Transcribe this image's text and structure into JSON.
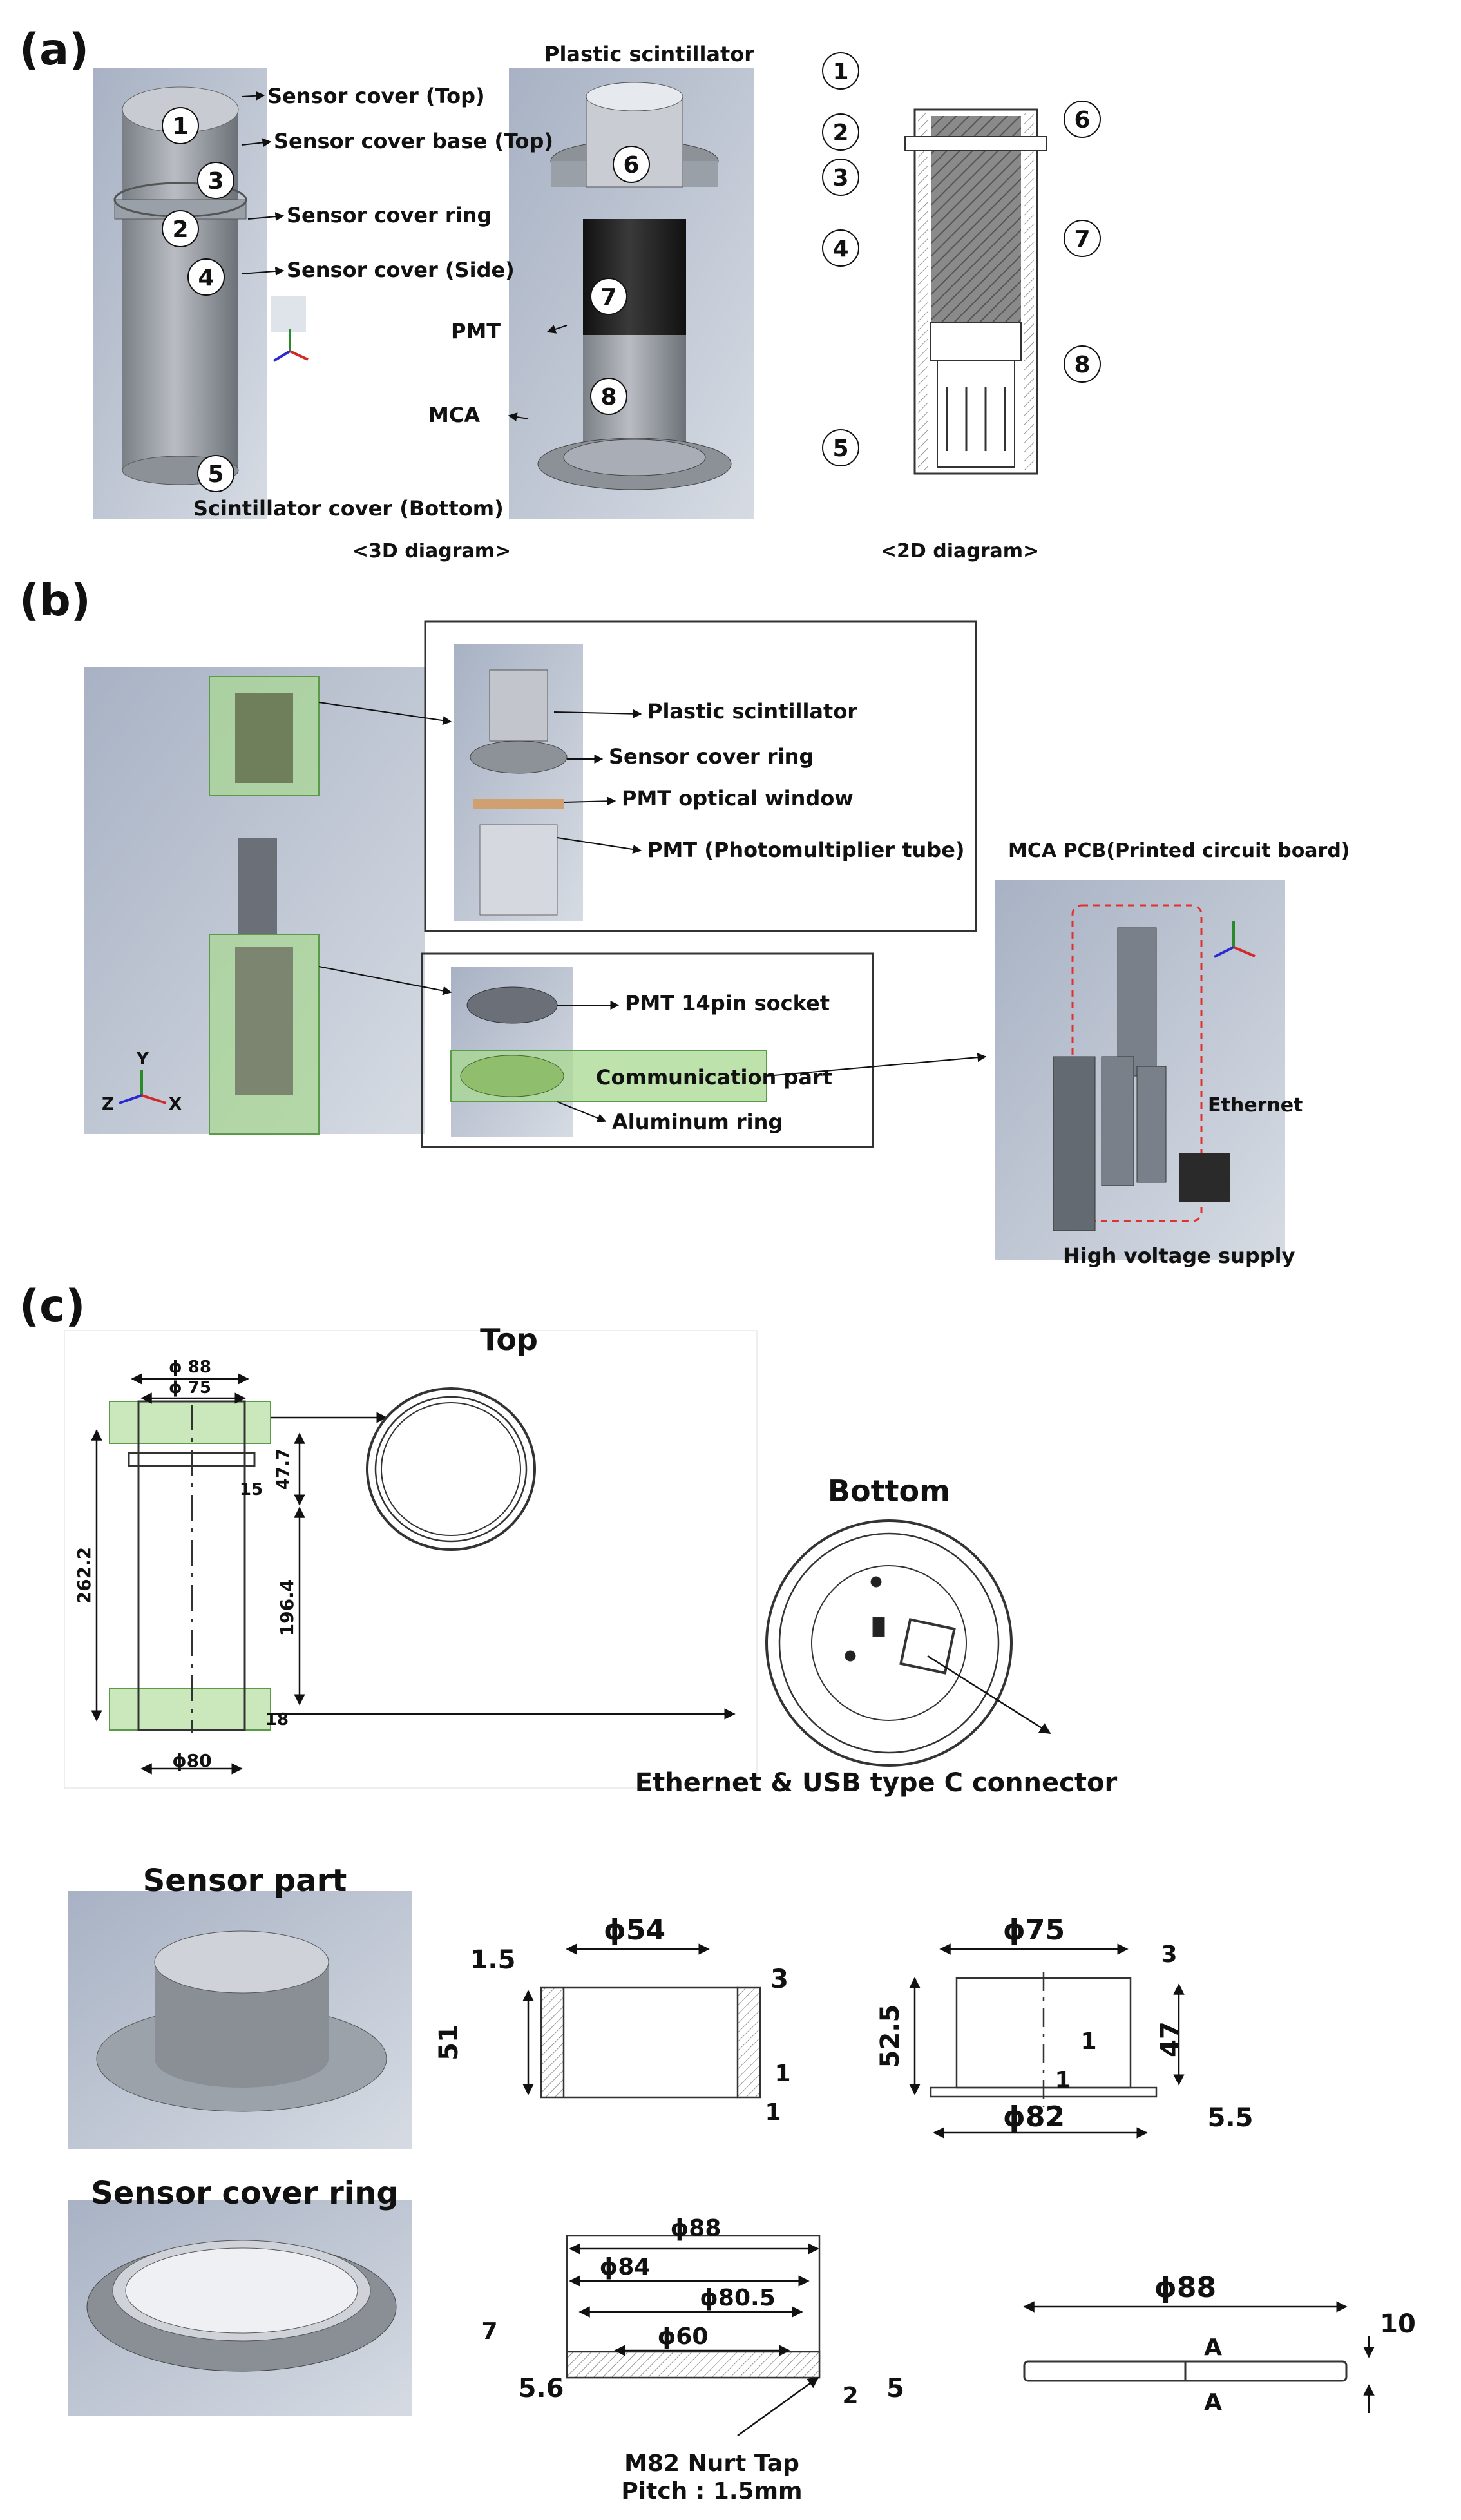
{
  "panel_labels": {
    "a": "(a)",
    "b": "(b)",
    "c": "(c)"
  },
  "a": {
    "labels": [
      "Sensor cover (Top)",
      "Sensor cover base (Top)",
      "Sensor cover ring",
      "Sensor cover (Side)",
      "Scintillator cover (Bottom)",
      "Plastic scintillator",
      "PMT",
      "MCA"
    ],
    "numbers": [
      "1",
      "2",
      "3",
      "4",
      "5",
      "6",
      "7",
      "8"
    ],
    "caption_3d": "<3D diagram>",
    "caption_2d": "<2D diagram>"
  },
  "b": {
    "labels": [
      "Plastic scintillator",
      "Sensor cover ring",
      "PMT optical window",
      "PMT (Photomultiplier tube)",
      "PMT 14pin socket",
      "Communication part",
      "Aluminum ring",
      "MCA PCB(Printed circuit board)",
      "Ethernet",
      "High voltage supply"
    ],
    "axes": [
      "Y",
      "Z",
      "X"
    ]
  },
  "c": {
    "top_title": "Top",
    "bottom_title": "Bottom",
    "connector_label": "Ethernet & USB type C connector",
    "main_dims": [
      "ϕ 88",
      "ϕ 75",
      "47.7",
      "15",
      "262.2",
      "196.4",
      "18",
      "ϕ80"
    ],
    "sensor_part_title": "Sensor part",
    "sensor_part_dims": [
      "ϕ54",
      "1.5",
      "3",
      "51",
      "1",
      "1",
      "ϕ75",
      "3",
      "52.5",
      "1",
      "47",
      "1",
      "ϕ82",
      "5.5"
    ],
    "ring_title": "Sensor cover ring",
    "ring_dims": [
      "ϕ88",
      "ϕ84",
      "ϕ80.5",
      "ϕ60",
      "7",
      "5.6",
      "2",
      "5",
      "ϕ88",
      "10",
      "A",
      "A"
    ],
    "tap_note": [
      "M82 Nurt Tap",
      "Pitch : 1.5mm"
    ]
  },
  "colors": {
    "render_bg": "#b4bccc",
    "highlight_green": "#a8d890",
    "highlight_edge": "#5a9a4a",
    "pmt_black": "#1c1c1c",
    "dashed_red": "#e03030"
  }
}
